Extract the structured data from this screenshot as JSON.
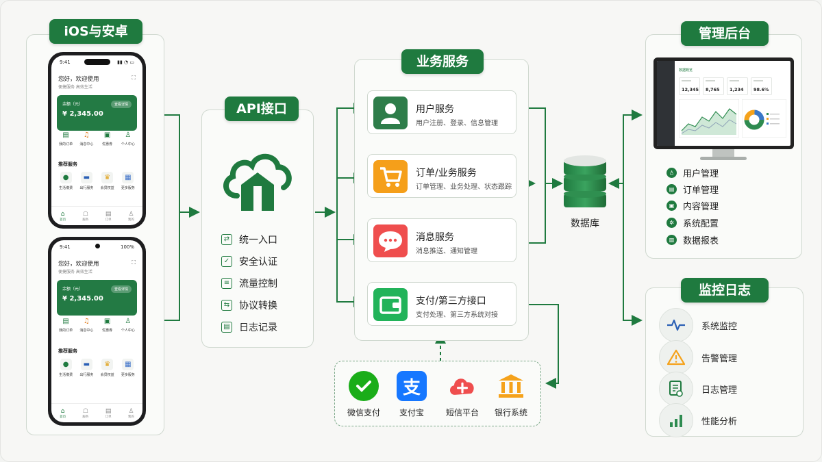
{
  "sections": {
    "mobile": "iOS与安卓",
    "api": "API接口",
    "business": "业务服务",
    "admin": "管理后台",
    "monitor": "监控日志"
  },
  "phone": {
    "time_ios": "9:41",
    "time_android": "9:41",
    "battery": "100%",
    "greeting": "您好，欢迎使用",
    "tagline": "便捷服务  高效生活",
    "balance_label": "余额（元）",
    "balance_value": "¥ 2,345.00",
    "balance_btn": "查看详情",
    "quick": [
      "我的订单",
      "消息中心",
      "优惠券",
      "个人中心"
    ],
    "recommend_title": "推荐服务",
    "recommend": [
      "生活缴费",
      "出行服务",
      "会员权益",
      "更多服务"
    ],
    "tabs": [
      "首页",
      "服务",
      "订单",
      "我的"
    ]
  },
  "api_items": [
    "统一入口",
    "安全认证",
    "流量控制",
    "协议转换",
    "日志记录"
  ],
  "services": [
    {
      "title": "用户服务",
      "desc": "用户注册、登录、信息管理",
      "color": "#2e7d4a"
    },
    {
      "title": "订单/业务服务",
      "desc": "订单管理、业务处理、状态跟踪",
      "color": "#f59f1a"
    },
    {
      "title": "消息服务",
      "desc": "消息推送、通知管理",
      "color": "#ef4e4e"
    },
    {
      "title": "支付/第三方接口",
      "desc": "支付处理、第三方系统对接",
      "color": "#22b35a"
    }
  ],
  "third_party": [
    {
      "name": "微信支付",
      "color": "#1aad19"
    },
    {
      "name": "支付宝",
      "color": "#1677ff"
    },
    {
      "name": "短信平台",
      "color": "#ef4e4e"
    },
    {
      "name": "银行系统",
      "color": "#f5a21b"
    }
  ],
  "database": "数据库",
  "dashboard": {
    "title": "数据概览",
    "kpis": [
      "12,345",
      "8,765",
      "1,234",
      "98.6%"
    ]
  },
  "admin_items": [
    "用户管理",
    "订单管理",
    "内容管理",
    "系统配置",
    "数据报表"
  ],
  "monitor_items": [
    "系统监控",
    "告警管理",
    "日志管理",
    "性能分析"
  ],
  "colors": {
    "primary": "#1f7a3f",
    "border": "#cfd8cf"
  }
}
